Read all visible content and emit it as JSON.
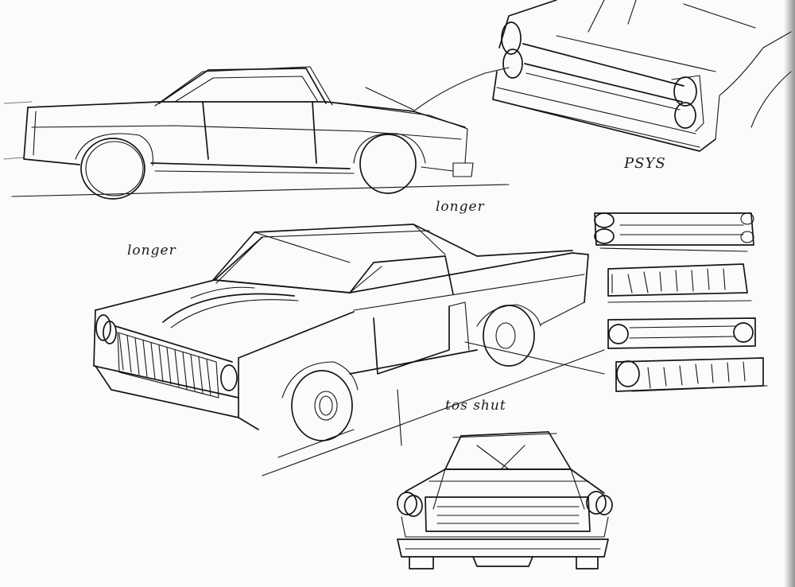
{
  "sheet": {
    "paper_color": "#fbfbfb",
    "ink_color": "#151515"
  },
  "annotations": {
    "note_longer_top": "longer",
    "note_longer_left": "longer",
    "note_code": "PSYS",
    "note_tos_shut": "tos shut"
  },
  "drawings": {
    "side_view": "car-side-view-sketch",
    "front_closeup": "front-end-closeup-sketch",
    "three_quarter": "car-three-quarter-view-sketch",
    "grille_studies": "grille-variation-sketches",
    "front_view": "car-front-view-sketch"
  }
}
